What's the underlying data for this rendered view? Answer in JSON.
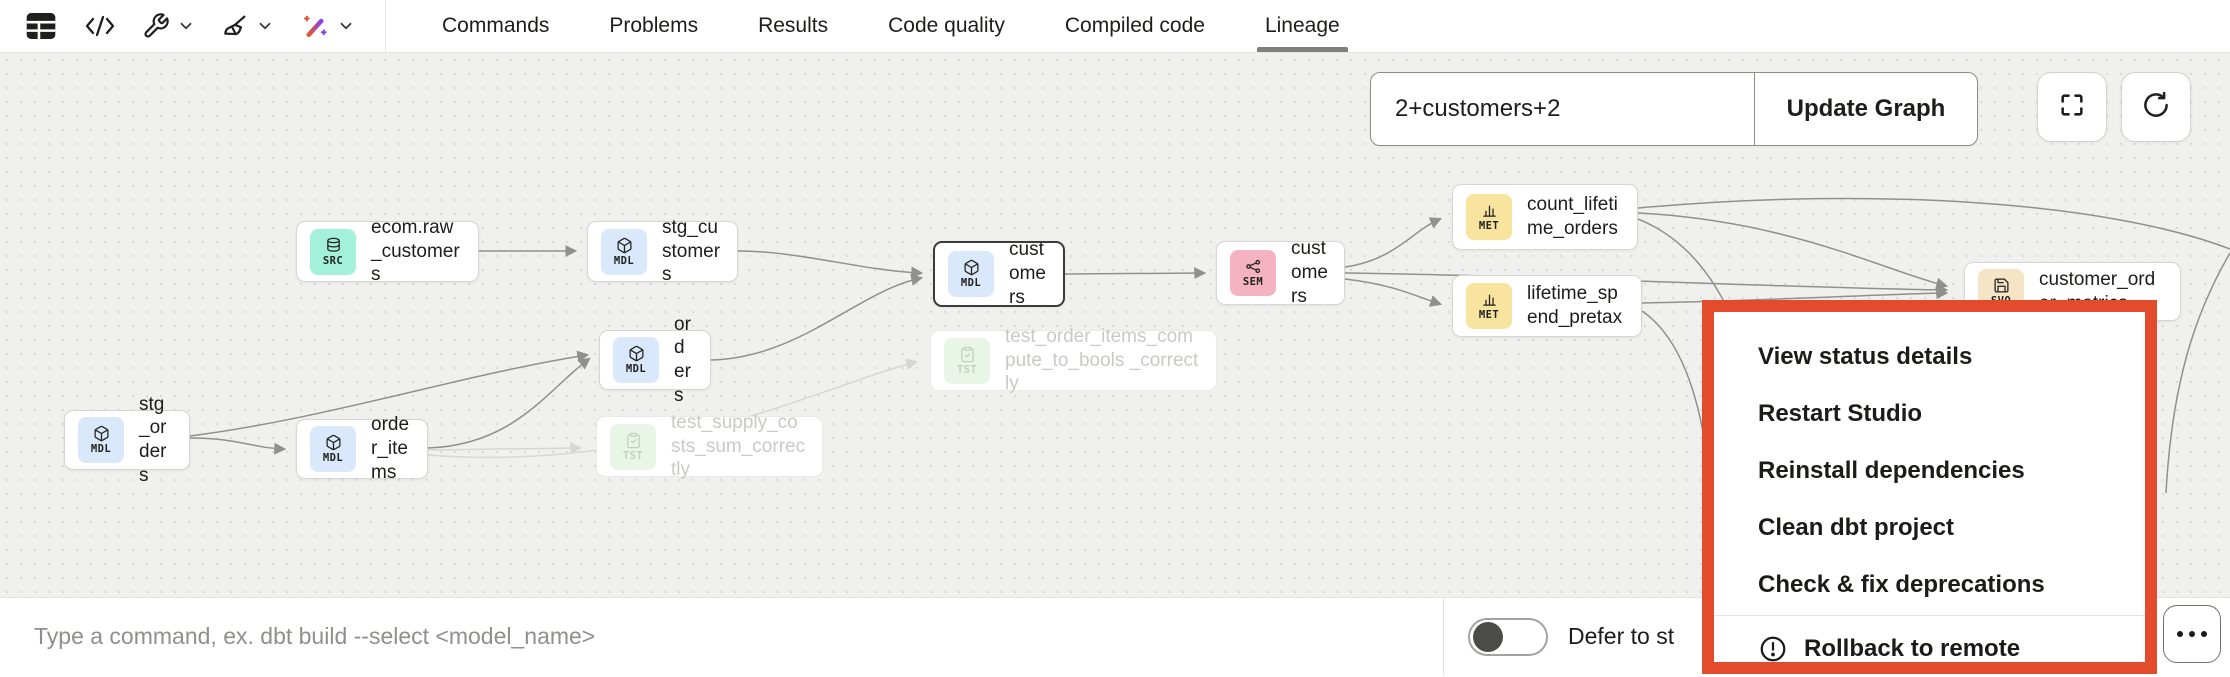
{
  "toolbar": {
    "icons": [
      "table-icon",
      "code-icon",
      "wrench-icon",
      "broom-icon",
      "magic-wand-icon"
    ],
    "tabs": [
      {
        "label": "Commands",
        "active": false
      },
      {
        "label": "Problems",
        "active": false
      },
      {
        "label": "Results",
        "active": false
      },
      {
        "label": "Code quality",
        "active": false
      },
      {
        "label": "Compiled code",
        "active": false
      },
      {
        "label": "Lineage",
        "active": true
      }
    ]
  },
  "lineage": {
    "search_value": "2+customers+2",
    "update_button_label": "Update Graph",
    "controls": [
      "fullscreen-icon",
      "refresh-icon"
    ],
    "nodes": [
      {
        "type_label": "MDL",
        "label": "stg_orders"
      },
      {
        "type_label": "MDL",
        "label": "order_items"
      },
      {
        "type_label": "MDL",
        "label": "orders"
      },
      {
        "type_label": "SRC",
        "label": "ecom.raw_customers"
      },
      {
        "type_label": "MDL",
        "label": "stg_customers"
      },
      {
        "type_label": "MDL",
        "label": "customers",
        "selected": true
      },
      {
        "type_label": "TST",
        "label": "test_order_items_compute_to_bools _correctly",
        "faded": true
      },
      {
        "type_label": "TST",
        "label": "test_supply_costs_sum_correctly",
        "faded": true
      },
      {
        "type_label": "SEM",
        "label": "customers"
      },
      {
        "type_label": "MET",
        "label": "count_lifetime_orders"
      },
      {
        "type_label": "MET",
        "label": "lifetime_spend_pretax"
      },
      {
        "type_label": "SVQ",
        "label": "customer_order_metrics"
      }
    ]
  },
  "menu": {
    "items": [
      "View status details",
      "Restart Studio",
      "Reinstall dependencies",
      "Clean dbt project",
      "Check & fix deprecations"
    ],
    "rollback_label": "Rollback to remote",
    "highlight_border_color": "#E24B2C"
  },
  "bottom": {
    "command_placeholder": "Type a command, ex. dbt build --select <model_name>",
    "defer_label": "Defer to st",
    "toggle_state": "off"
  },
  "colors": {
    "badge_mdl": "#D9E8FA",
    "badge_src": "#A3F0DB",
    "badge_tst": "#E9F6E7",
    "badge_sem": "#F5B3C2",
    "badge_met": "#F8E49F",
    "badge_svq": "#F6E4C6",
    "edge": "#90908E",
    "edge_faded": "#D6D6D3",
    "highlight": "#E24B2C"
  }
}
